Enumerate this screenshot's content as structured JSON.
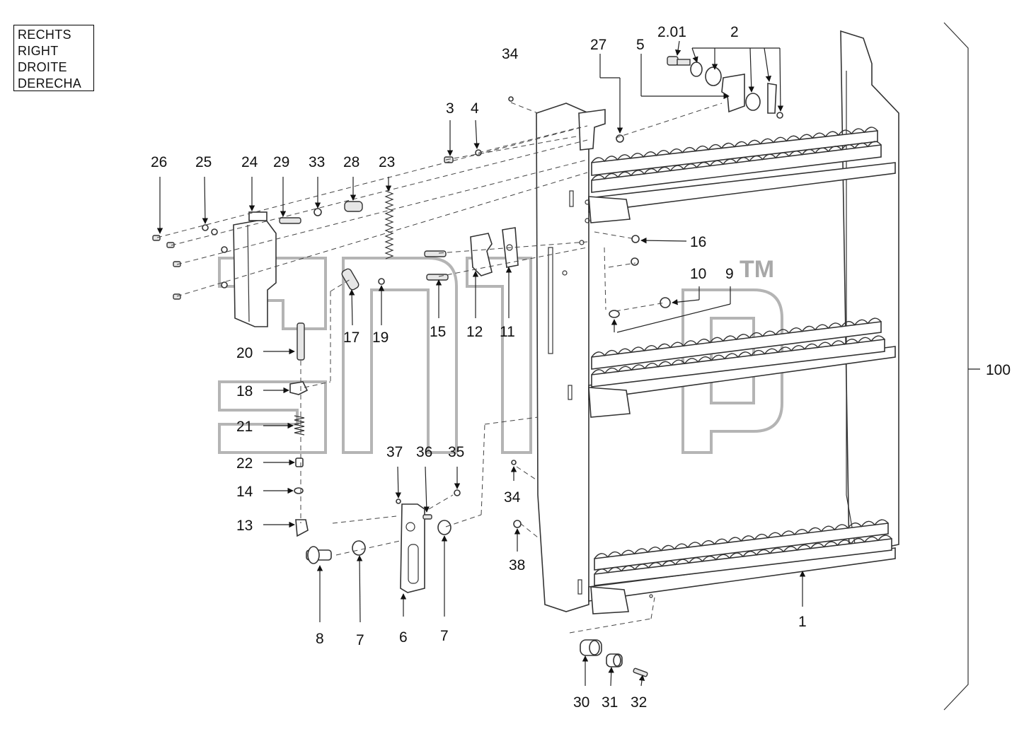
{
  "orientation_box": {
    "lines": [
      "RECHTS",
      "RIGHT",
      "DROITE",
      "DERECHA"
    ]
  },
  "watermark": {
    "text": "TM"
  },
  "assembly_label": "100",
  "callouts": [
    {
      "id": "c-2-01",
      "text": "2.01"
    },
    {
      "id": "c-2",
      "text": "2"
    },
    {
      "id": "c-27",
      "text": "27"
    },
    {
      "id": "c-5",
      "text": "5"
    },
    {
      "id": "c-34a",
      "text": "34"
    },
    {
      "id": "c-3",
      "text": "3"
    },
    {
      "id": "c-4",
      "text": "4"
    },
    {
      "id": "c-26",
      "text": "26"
    },
    {
      "id": "c-25",
      "text": "25"
    },
    {
      "id": "c-24",
      "text": "24"
    },
    {
      "id": "c-29",
      "text": "29"
    },
    {
      "id": "c-33",
      "text": "33"
    },
    {
      "id": "c-28",
      "text": "28"
    },
    {
      "id": "c-23",
      "text": "23"
    },
    {
      "id": "c-16",
      "text": "16"
    },
    {
      "id": "c-10",
      "text": "10"
    },
    {
      "id": "c-9",
      "text": "9"
    },
    {
      "id": "c-17",
      "text": "17"
    },
    {
      "id": "c-19",
      "text": "19"
    },
    {
      "id": "c-15",
      "text": "15"
    },
    {
      "id": "c-12",
      "text": "12"
    },
    {
      "id": "c-11",
      "text": "11"
    },
    {
      "id": "c-20",
      "text": "20"
    },
    {
      "id": "c-18",
      "text": "18"
    },
    {
      "id": "c-21",
      "text": "21"
    },
    {
      "id": "c-22",
      "text": "22"
    },
    {
      "id": "c-14",
      "text": "14"
    },
    {
      "id": "c-13",
      "text": "13"
    },
    {
      "id": "c-37",
      "text": "37"
    },
    {
      "id": "c-36",
      "text": "36"
    },
    {
      "id": "c-35",
      "text": "35"
    },
    {
      "id": "c-34b",
      "text": "34"
    },
    {
      "id": "c-38",
      "text": "38"
    },
    {
      "id": "c-8",
      "text": "8"
    },
    {
      "id": "c-7a",
      "text": "7"
    },
    {
      "id": "c-6",
      "text": "6"
    },
    {
      "id": "c-7b",
      "text": "7"
    },
    {
      "id": "c-1",
      "text": "1"
    },
    {
      "id": "c-30",
      "text": "30"
    },
    {
      "id": "c-31",
      "text": "31"
    },
    {
      "id": "c-32",
      "text": "32"
    }
  ]
}
